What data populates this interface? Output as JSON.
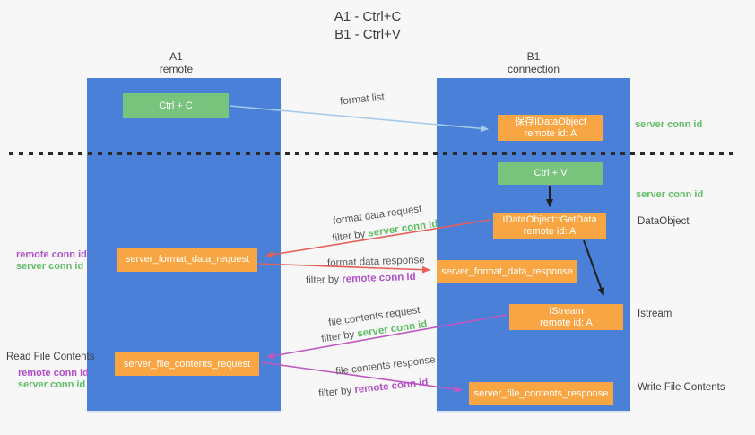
{
  "title": {
    "line1": "A1 - Ctrl+C",
    "line2": "B1 - Ctrl+V"
  },
  "lanes": {
    "a1": {
      "name": "A1",
      "role": "remote"
    },
    "b1": {
      "name": "B1",
      "role": "connection"
    }
  },
  "nodes": {
    "ctrl_c": {
      "label": "Ctrl + C"
    },
    "save_dataobject": {
      "line1": "保存IDataObject",
      "line2": "remote id: A"
    },
    "ctrl_v": {
      "label": "Ctrl + V"
    },
    "getdata": {
      "line1": "IDataObject::GetData",
      "line2": "remote id: A"
    },
    "format_request": {
      "label": "server_format_data_request"
    },
    "format_response": {
      "label": "server_format_data_response"
    },
    "istream": {
      "line1": "IStream",
      "line2": "remote id: A"
    },
    "file_request": {
      "label": "server_file_contents_request"
    },
    "file_response": {
      "label": "server_file_contents_response"
    }
  },
  "flow_labels": {
    "format_list": "format list",
    "format_data_request": "format data request",
    "format_data_response": "format data response",
    "file_contents_request": "file contents request",
    "file_contents_response": "file contents response",
    "filter_by": "filter by",
    "server_conn_id": "server conn id",
    "remote_conn_id": "remote conn id"
  },
  "side_labels": {
    "left": {
      "remote_conn_id": "remote conn id",
      "server_conn_id": "server conn id",
      "read_file_contents": "Read File Contents"
    },
    "right": {
      "server_conn_id_top": "server conn id",
      "server_conn_id_mid": "server conn id",
      "dataobject": "DataObject",
      "istream": "Istream",
      "write_file_contents": "Write File Contents"
    }
  },
  "colors": {
    "lane_blue": "#4A80D8",
    "node_green": "#78C47C",
    "node_orange": "#F8A643",
    "arrow_light_blue": "#A5CBEB",
    "arrow_red": "#E66059",
    "arrow_magenta": "#C157C1",
    "arrow_black": "#1F1F1F",
    "text_green": "#5FBD66",
    "text_purple": "#B14FC9"
  }
}
